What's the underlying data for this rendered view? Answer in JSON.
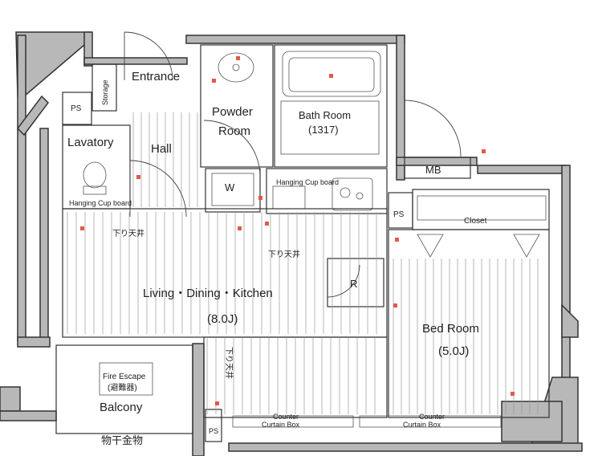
{
  "rooms": {
    "entrance": "Entrance",
    "storage": "Storage",
    "ps_top": "PS",
    "lavatory": "Lavatory",
    "hanging_cupboard_lav": "Hanging Cup board",
    "hall": "Hall",
    "powder_room": [
      "Powder",
      "Room"
    ],
    "bath_room": "Bath Room",
    "bath_room_size": "(1317)",
    "w": "W",
    "hanging_cupboard_kitchen": "Hanging Cup board",
    "mb": "MB",
    "ps_right": "PS",
    "closet": "Closet",
    "ldk": "Living・Dining・Kitchen",
    "ldk_size": "(8.0J)",
    "lowered_ceiling_1": "下り天井",
    "lowered_ceiling_2": "下り天井",
    "lowered_ceiling_3": "下り天井",
    "r": "R",
    "bed_room": "Bed Room",
    "bed_room_size": "(5.0J)",
    "fire_escape": "Fire Escape",
    "fire_escape_jp": "(避難器)",
    "balcony": "Balcony",
    "drying_fixture": "物干金物",
    "ps_bottom": "PS",
    "counter_curtain_box_1": [
      "Counter",
      "Curtain Box"
    ],
    "counter_curtain_box_2": [
      "Counter",
      "Curtain Box"
    ]
  },
  "colors": {
    "wall_fill": "#b8b8b8",
    "marker": "#e05a4a"
  }
}
